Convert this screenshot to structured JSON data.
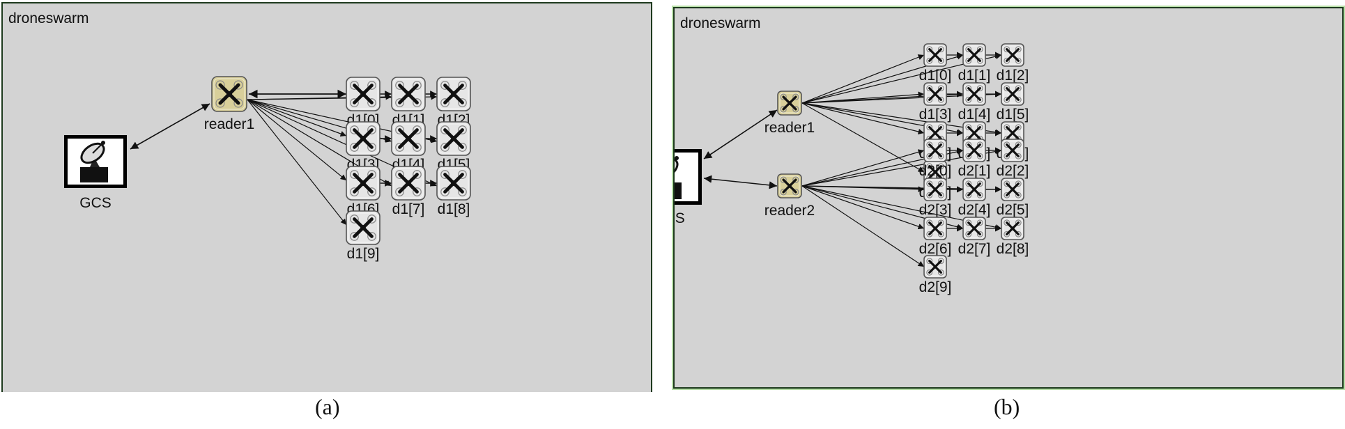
{
  "panels": [
    {
      "id": "a",
      "title": "droneswarm",
      "caption": "(a)",
      "gcs_label": "GCS",
      "readers": [
        {
          "label": "reader1"
        }
      ],
      "drone_labels": [
        "d1[0]",
        "d1[1]",
        "d1[2]",
        "d1[3]",
        "d1[4]",
        "d1[5]",
        "d1[6]",
        "d1[7]",
        "d1[8]",
        "d1[9]"
      ]
    },
    {
      "id": "b",
      "title": "droneswarm",
      "caption": "(b)",
      "gcs_label": "GCS",
      "readers": [
        {
          "label": "reader1"
        },
        {
          "label": "reader2"
        }
      ],
      "drone_labels": [
        "d1[0]",
        "d1[1]",
        "d1[2]",
        "d1[3]",
        "d1[4]",
        "d1[5]",
        "d1[6]",
        "d1[7]",
        "d1[8]",
        "d1[9]",
        "d2[0]",
        "d2[1]",
        "d2[2]",
        "d2[3]",
        "d2[4]",
        "d2[5]",
        "d2[6]",
        "d2[7]",
        "d2[8]",
        "d2[9]"
      ]
    }
  ],
  "colors": {
    "canvas": "#d3d3d3",
    "reader_fill": "#d8cf9a",
    "drone_fill": "#e6e6e6",
    "edge": "#111111"
  },
  "icons": {
    "gcs": "satellite-dish-icon",
    "reader": "quadcopter-icon",
    "drone": "quadcopter-icon"
  }
}
